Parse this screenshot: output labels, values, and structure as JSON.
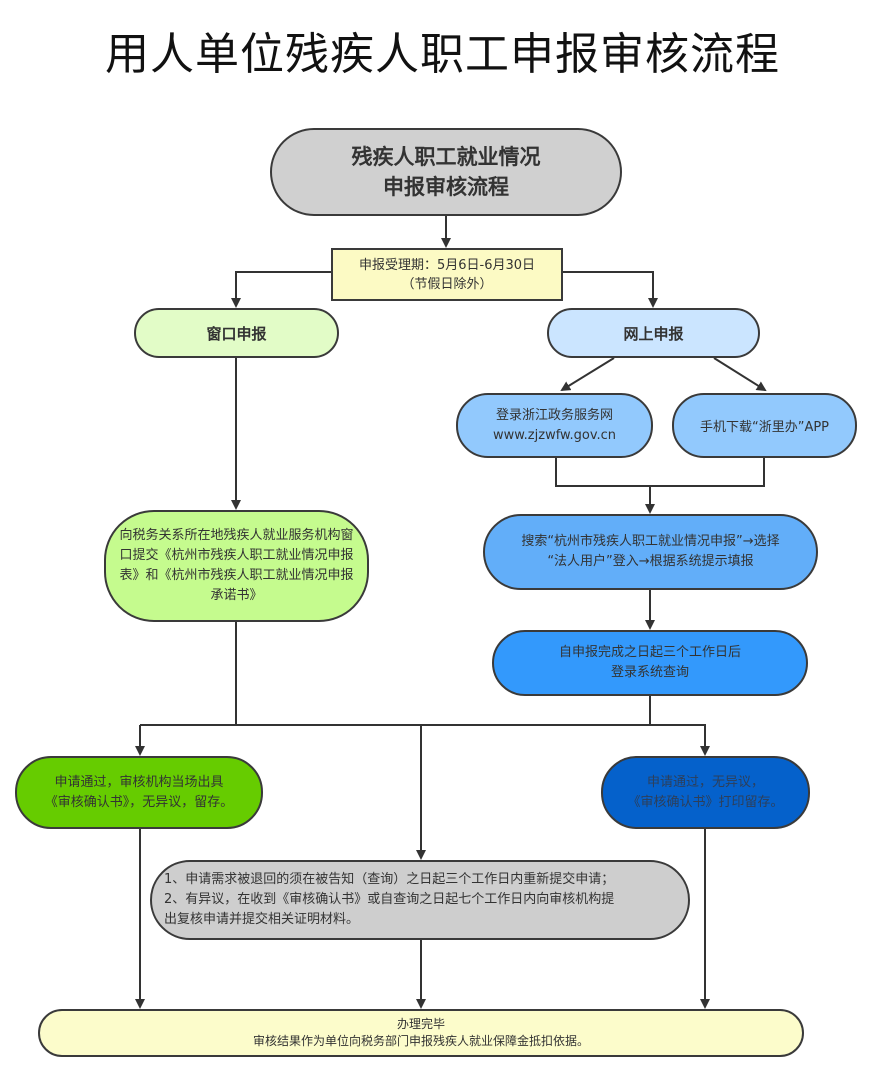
{
  "page_title": "用人单位残疾人职工申报审核流程",
  "nodes": {
    "start": "残疾人职工就业情况\n申报审核流程",
    "period": "申报受理期：5月6日-6月30日\n（节假日除外）",
    "window": "窗口申报",
    "online": "网上申报",
    "web_login": "登录浙江政务服务网\nwww.zjzwfw.gov.cn",
    "app_download": "手机下载“浙里办”APP",
    "window_submit": "向税务关系所在地残疾人就业服务机构窗口提交《杭州市残疾人职工就业情况申报表》和《杭州市残疾人职工就业情况申报承诺书》",
    "online_search": "搜索“杭州市残疾人职工就业情况申报”→选择\n“法人用户”登入→根据系统提示填报",
    "online_query": "自申报完成之日起三个工作日后\n登录系统查询",
    "pass_window": "申请通过，审核机构当场出具\n《审核确认书》，无异议，留存。",
    "pass_online": "申请通过，无异议，\n《审核确认书》打印留存。",
    "notes": "1、申请需求被退回的须在被告知（查询）之日起三个工作日内重新提交申请；\n2、有异议，在收到《审核确认书》或自查询之日起七个工作日内向审核机构提\n    出复核申请并提交相关证明材料。",
    "done": "办理完毕\n审核结果作为单位向税务部门申报残疾人就业保障金抵扣依据。"
  },
  "colors": {
    "start": "#d0d0d0",
    "period": "#fcfac4",
    "window": "#e2fcc7",
    "online": "#cbe5ff",
    "web_app": "#92c9fd",
    "window_submit": "#c5fb8e",
    "online_search": "#62aef9",
    "online_query": "#3399fc",
    "pass_window": "#66cc00",
    "pass_online": "#0561cb",
    "notes": "#cecece",
    "done": "#fcfccb"
  }
}
